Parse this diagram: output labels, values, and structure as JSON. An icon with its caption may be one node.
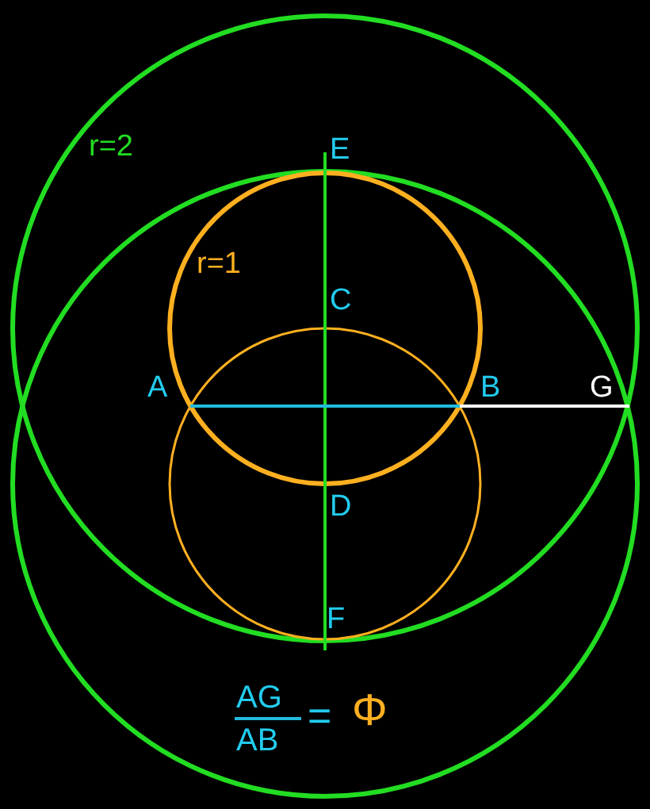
{
  "diagram": {
    "labels": [
      "r=2",
      "E",
      "r=1",
      "C",
      "A",
      "B",
      "G",
      "D",
      "F",
      "AG",
      "AB",
      "=",
      "Φ"
    ]
  }
}
